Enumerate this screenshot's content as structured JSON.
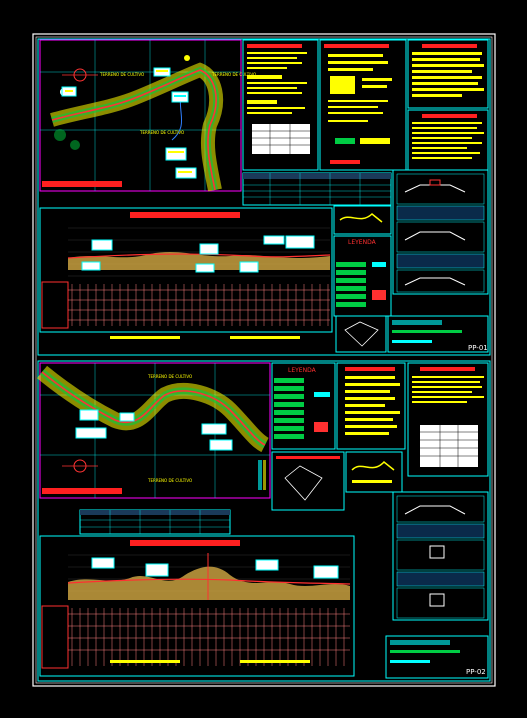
{
  "sheets": [
    {
      "code": "PP-01",
      "legend_title": "LEYENDA",
      "site_labels": [
        "TERRENO DE CULTIVO",
        "TERRENO DE CULTIVO",
        "TERRENO DE CULTIVO"
      ]
    },
    {
      "code": "PP-02",
      "legend_title": "LEYENDA",
      "site_labels": [
        "TERRENO DE CULTIVO",
        "TERRENO DE CULTIVO"
      ]
    }
  ],
  "colors": {
    "background": "#000000",
    "frame": "#00ffff",
    "plan_frame": "#ff00ff",
    "title_bar": "#ff2020",
    "note_text": "#ffff00",
    "contour": "#ffff00",
    "road": "#ff3333",
    "profile_terrain": "#c8a040",
    "profile_grade": "#ff3030"
  }
}
